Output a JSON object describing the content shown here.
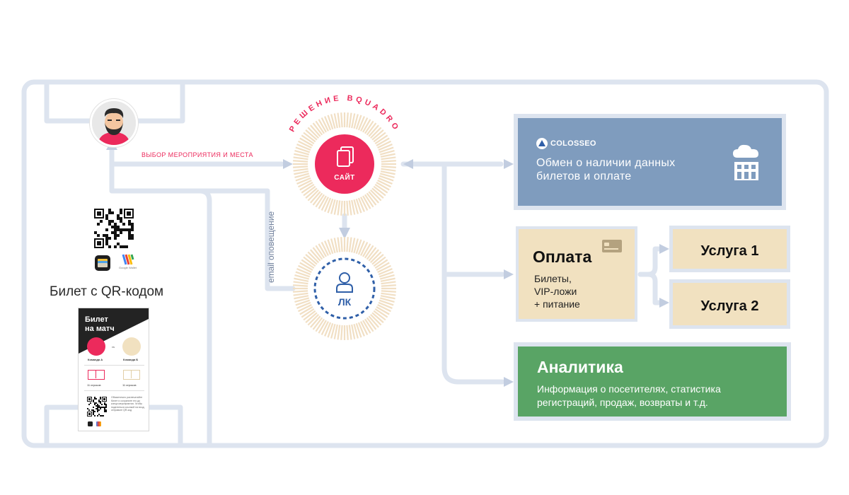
{
  "colors": {
    "connector": "#dde4ef",
    "arrow": "#c2cde0",
    "accent_pink": "#ec2a5c",
    "lk_blue": "#2f5fa8",
    "ray": "#f1dfc4",
    "colosseo_bg": "#7f9cbe",
    "beige": "#f1e1c0",
    "green": "#59a465",
    "ticket_dark": "#232323"
  },
  "user_flow": {
    "avatar_icon": "user-avatar-icon",
    "selection_label": "ВЫБОР МЕРОПРИЯТИЯ И МЕСТА",
    "email_label": "email оповещение"
  },
  "bquadro": {
    "arc_label": "РЕШЕНИЕ BQUADRO",
    "site": {
      "icon": "documents-icon",
      "label": "САЙТ"
    },
    "lk": {
      "icon": "person-icon",
      "label": "ЛК"
    }
  },
  "ticket": {
    "caption": "Билет с QR-кодом",
    "card": {
      "title_line1": "Билет",
      "title_line2": "на матч",
      "vs": "vs",
      "team_a": "Команда А",
      "team_b": "Команда Б",
      "players_a": "11 игроков",
      "players_b": "11 игроков",
      "small_text": "Обязательно распечатайте билет и сохраните его до конца мероприятия. Чтобы поделиться ссылкой на вход, отправьте QR-код"
    },
    "wallet_icon": "apple-wallet-icon",
    "gpay_icon": "google-wallet-icon",
    "gpay_text": "Google Wallet"
  },
  "colosseo": {
    "brand": "COLOSSEO",
    "line1": "Обмен о наличии данных",
    "line2": "билетов и оплате",
    "icon": "cloud-server-icon"
  },
  "payment": {
    "title": "Оплата",
    "line1": "Билеты,",
    "line2": "VIP-ложи",
    "line3": "+ питание",
    "icon": "credit-card-icon"
  },
  "services": [
    {
      "label": "Услуга 1"
    },
    {
      "label": "Услуга 2"
    }
  ],
  "analytics": {
    "title": "Аналитика",
    "line1": "Информация о посетителях, статистика",
    "line2": "регистраций, продаж, возвраты и т.д."
  }
}
